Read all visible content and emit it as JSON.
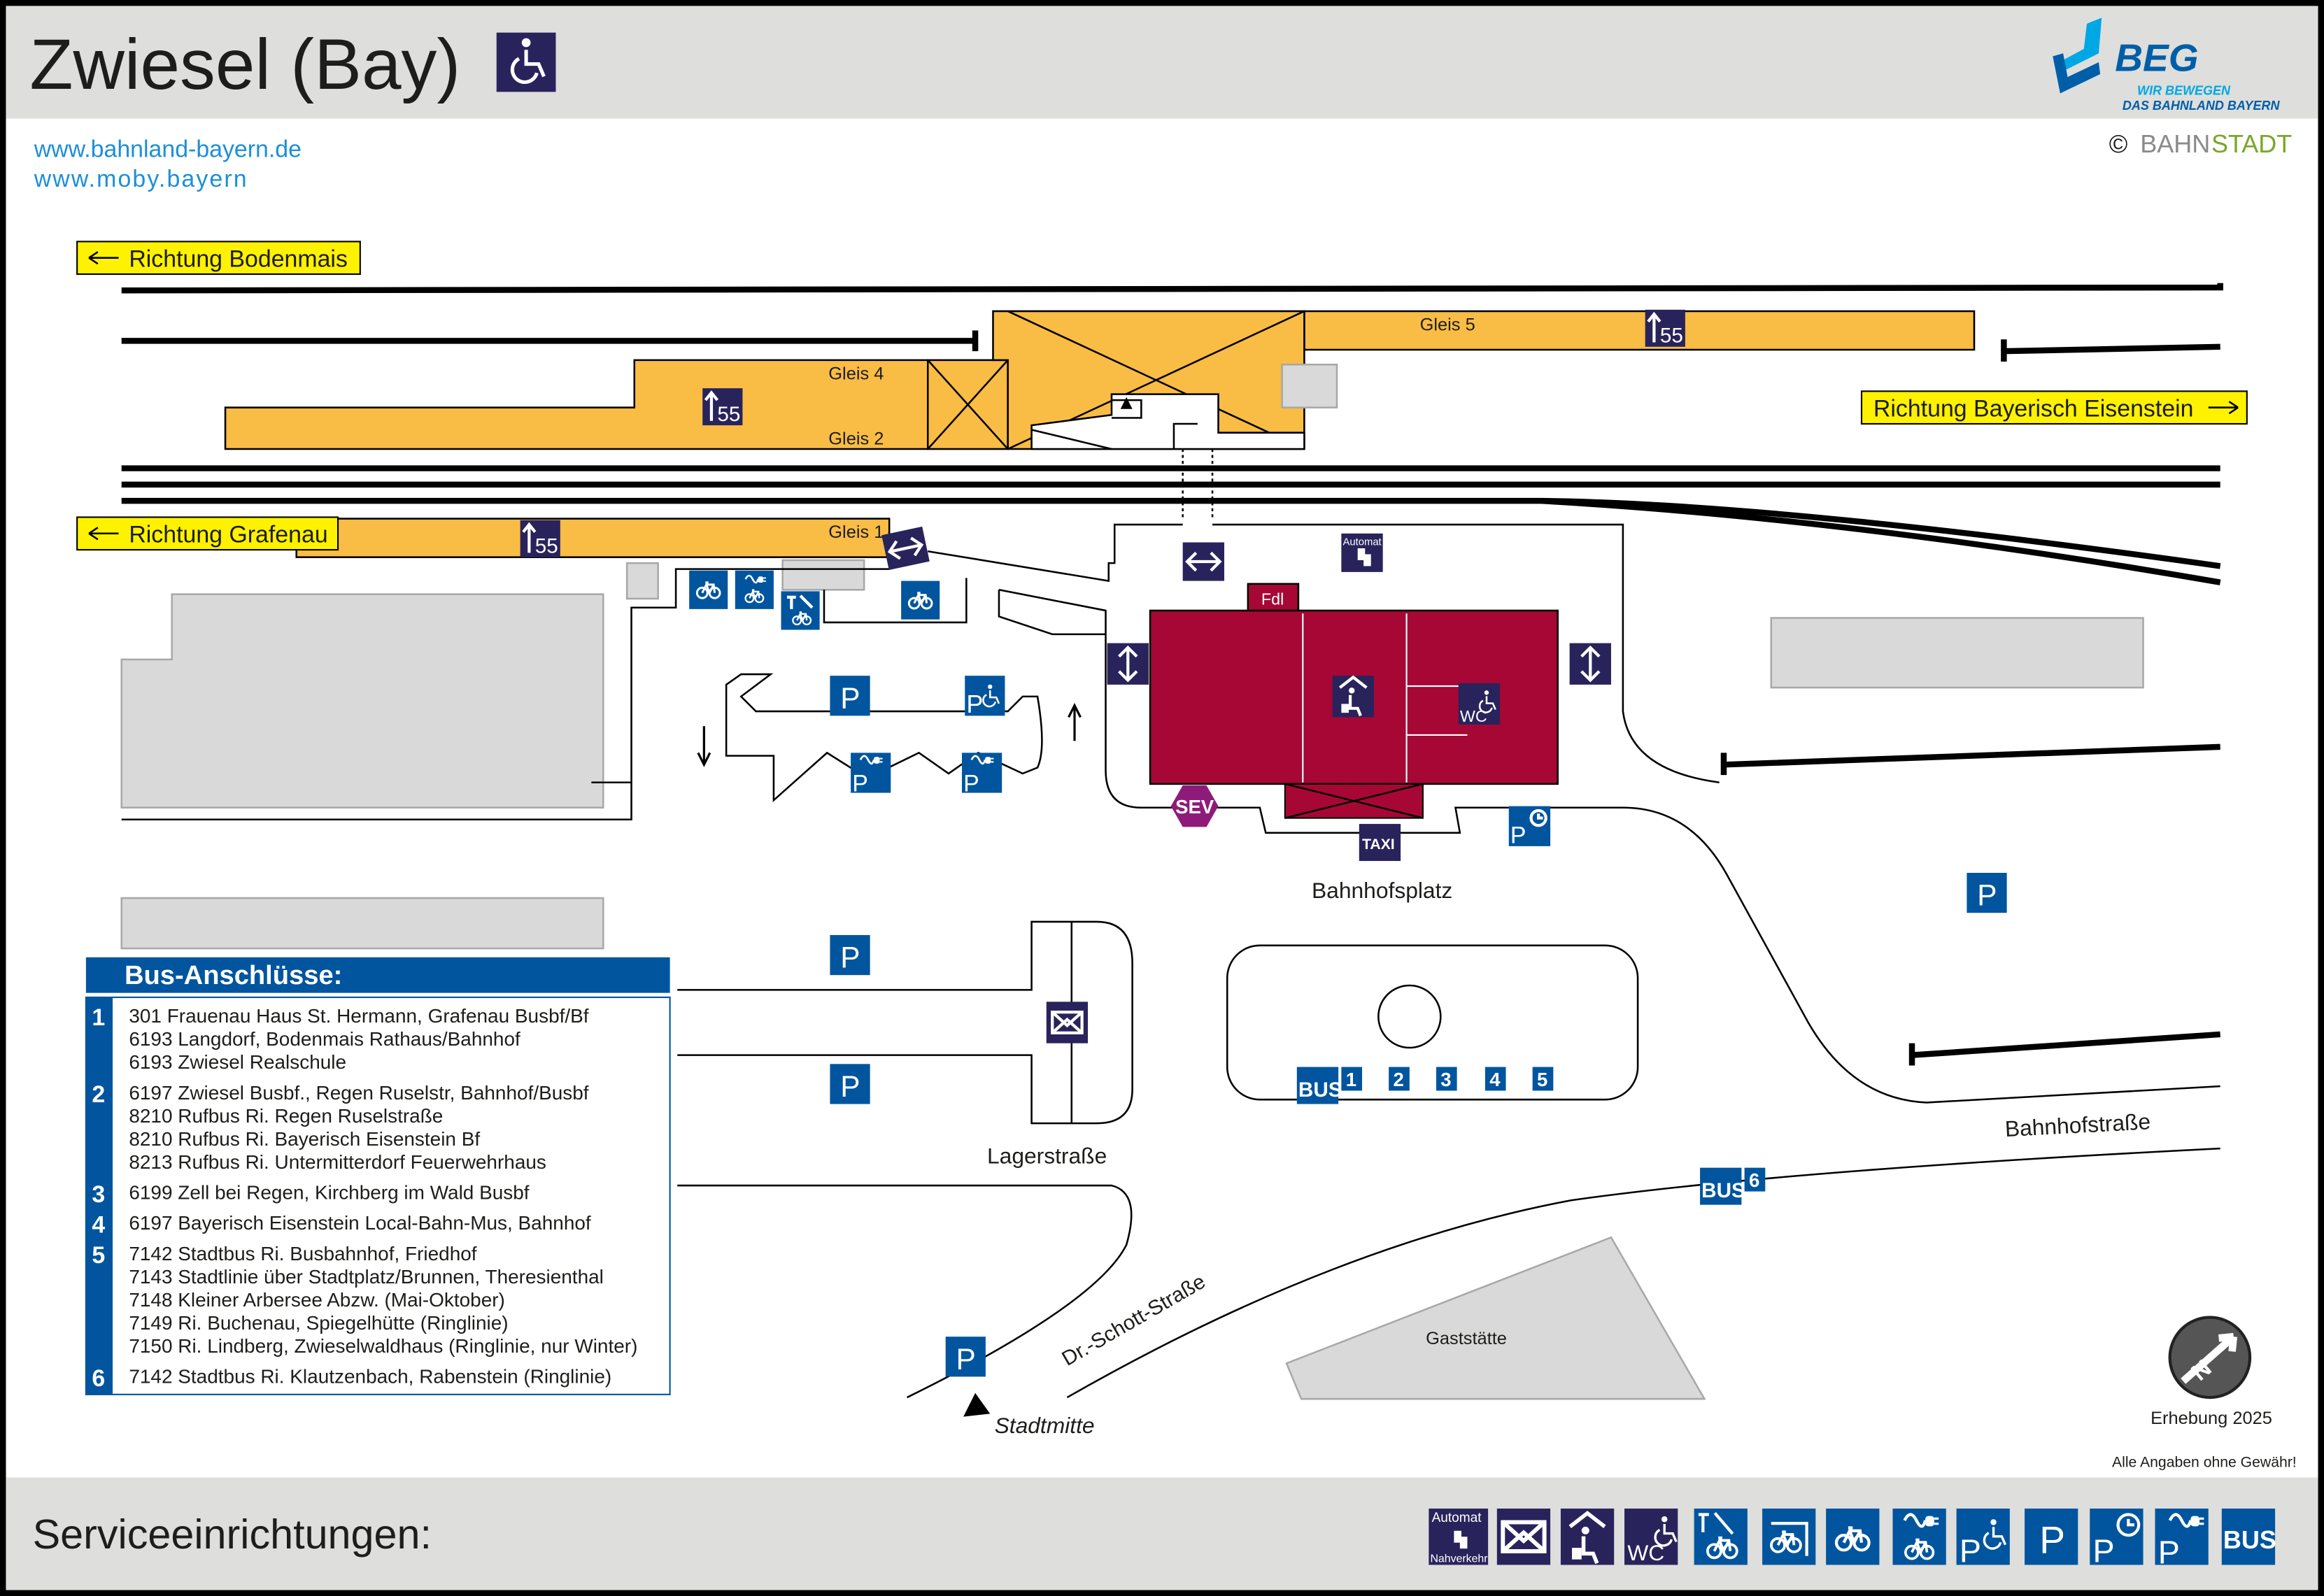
{
  "header": {
    "title": "Zwiesel (Bay)",
    "accessibility_icon": "wheelchair-icon",
    "links": [
      "www.bahnland-bayern.de",
      "www.moby.bayern"
    ],
    "logo": {
      "name": "BEG",
      "tagline_1": "WIR BEWEGEN",
      "tagline_2": "DAS BAHNLAND BAYERN"
    },
    "copyright": {
      "symbol": "©",
      "part1": "BAHN",
      "part2": "STADT"
    }
  },
  "colors": {
    "platform": "#F9BC45",
    "building": "#A70735",
    "navy": "#29235C",
    "blue": "#00559E",
    "direction": "#FFF200",
    "sev": "#8E1B7A"
  },
  "map": {
    "directions": [
      "Richtung Bodenmais",
      "Richtung Bayerisch Eisenstein",
      "Richtung Grafenau"
    ],
    "tracks": [
      "Gleis 5",
      "Gleis 4",
      "Gleis 2",
      "Gleis 1"
    ],
    "platform_height": "55",
    "building": {
      "fdl": "Fdl",
      "wc": "WC"
    },
    "automat": "Automat",
    "taxi": "TAXI",
    "sev": "SEV",
    "bus": "BUS",
    "bus_stops": [
      "1",
      "2",
      "3",
      "4",
      "5",
      "6"
    ],
    "places": {
      "bahnhofsplatz": "Bahnhofsplatz",
      "lagerstrasse": "Lagerstraße",
      "bahnhofstrasse": "Bahnhofstraße",
      "schott": "Dr.-Schott-Straße",
      "stadtmitte": "Stadtmitte",
      "gaststaette": "Gaststätte"
    },
    "parking": "P",
    "survey": "Erhebung 2025",
    "disclaimer": "Alle Angaben ohne Gewähr!"
  },
  "bus": {
    "title": "Bus-Anschlüsse:",
    "groups": [
      {
        "stop": "1",
        "lines": [
          "301 Frauenau Haus St. Hermann, Grafenau Busbf/Bf",
          "6193 Langdorf, Bodenmais Rathaus/Bahnhof",
          "6193 Zwiesel Realschule"
        ]
      },
      {
        "stop": "2",
        "lines": [
          "6197 Zwiesel Busbf., Regen Ruselstr, Bahnhof/Busbf",
          "8210 Rufbus Ri. Regen Ruselstraße",
          "8210 Rufbus Ri. Bayerisch Eisenstein Bf",
          "8213 Rufbus Ri. Untermitterdorf Feuerwehrhaus"
        ]
      },
      {
        "stop": "3",
        "lines": [
          "6199 Zell bei Regen, Kirchberg im Wald Busbf"
        ]
      },
      {
        "stop": "4",
        "lines": [
          "6197 Bayerisch Eisenstein Local-Bahn-Mus, Bahnhof"
        ]
      },
      {
        "stop": "5",
        "lines": [
          "7142 Stadtbus Ri. Busbahnhof, Friedhof",
          "7143 Stadtlinie über Stadtplatz/Brunnen, Theresienthal",
          "7148 Kleiner Arbersee Abzw. (Mai-Oktober)",
          "7149 Ri. Buchenau, Spiegelhütte (Ringlinie)",
          "7150 Ri. Lindberg, Zwieselwaldhaus (Ringlinie, nur Winter)"
        ]
      },
      {
        "stop": "6",
        "lines": [
          "7142 Stadtbus Ri. Klautzenbach, Rabenstein (Ringlinie)"
        ]
      }
    ]
  },
  "footer": {
    "title": "Serviceeinrichtungen:",
    "icons": [
      "ticket-machine-icon",
      "mailbox-icon",
      "waiting-room-icon",
      "accessible-wc-icon",
      "bike-rental-icon",
      "covered-bike-parking-icon",
      "bike-parking-icon",
      "e-bike-charging-icon",
      "accessible-parking-icon",
      "parking-icon",
      "short-term-parking-icon",
      "ev-charging-parking-icon",
      "bus-icon"
    ],
    "automat_top": "Automat",
    "automat_bottom": "Nahverkehr",
    "wc": "WC",
    "p": "P",
    "bus": "BUS"
  }
}
